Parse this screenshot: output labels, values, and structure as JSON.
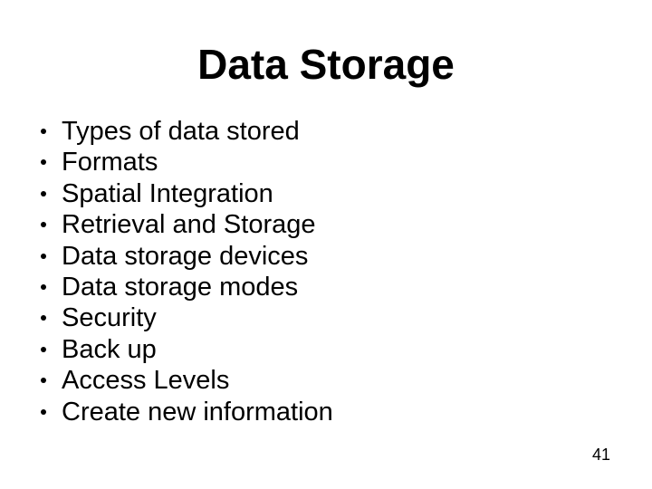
{
  "slide": {
    "title": "Data Storage",
    "page_number": "41",
    "background_color": "#ffffff",
    "text_color": "#000000",
    "bullet_glyph": "bullet-dot",
    "bullets": [
      {
        "label": "Types of data stored"
      },
      {
        "label": "Formats"
      },
      {
        "label": "Spatial Integration"
      },
      {
        "label": "Retrieval and Storage"
      },
      {
        "label": "Data storage devices"
      },
      {
        "label": "Data storage modes"
      },
      {
        "label": "Security"
      },
      {
        "label": "Back up"
      },
      {
        "label": "Access Levels"
      },
      {
        "label": "Create new information"
      }
    ]
  }
}
